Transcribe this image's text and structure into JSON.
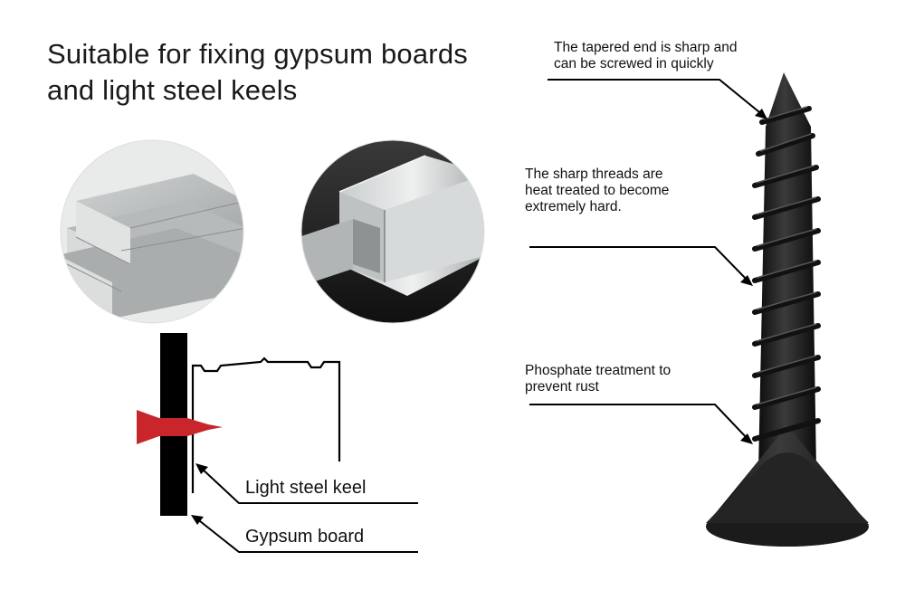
{
  "headline": {
    "line1": "Suitable for fixing gypsum boards",
    "line2": "and light steel keels"
  },
  "annotations": {
    "tapered_end_line1": "The tapered end is sharp and",
    "tapered_end_line2": "can be screwed in quickly",
    "threads_line1": "The sharp threads are",
    "threads_line2": "heat treated to become",
    "threads_line3": "extremely hard.",
    "phosphate_line1": "Phosphate treatment to",
    "phosphate_line2": "prevent rust"
  },
  "diagram": {
    "keel_label": "Light steel keel",
    "board_label": "Gypsum board"
  },
  "colors": {
    "screw_red": "#c8262a",
    "screw_black": "#1c1c1c",
    "leader_line": "#000000"
  }
}
